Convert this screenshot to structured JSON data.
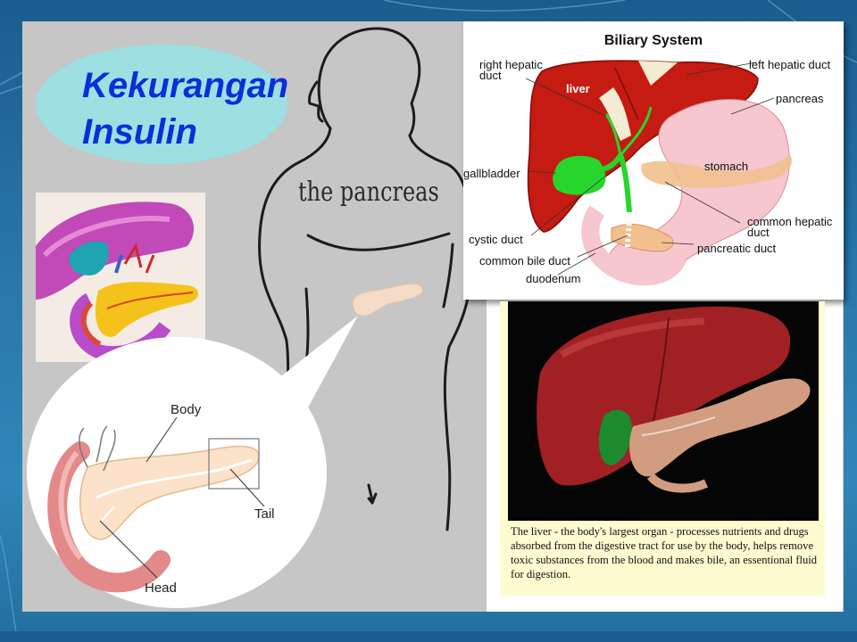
{
  "slide": {
    "title_line1": "Kekurangan",
    "title_line2": "Insulin",
    "body_caption": "the pancreas"
  },
  "zoom_labels": {
    "body": "Body",
    "tail": "Tail",
    "head": "Head"
  },
  "biliary_diagram": {
    "title": "Biliary System",
    "labels": {
      "right_hepatic_duct_line1": "right hepatic",
      "right_hepatic_duct_line2": "duct",
      "liver": "liver",
      "left_hepatic_duct": "left hepatic duct",
      "pancreas": "pancreas",
      "stomach": "stomach",
      "gallbladder": "gallbladder",
      "common_hepatic_duct_line1": "common hepatic",
      "common_hepatic_duct_line2": "duct",
      "cystic_duct": "cystic duct",
      "pancreatic_duct": "pancreatic duct",
      "common_bile_duct": "common bile duct",
      "duodenum": "duodenum"
    }
  },
  "liver_figure": {
    "caption": "The liver - the body's largest organ - processes nutrients and drugs absorbed from the digestive tract for use by the body, helps remove toxic substances from the blood and makes bile, an essentional fluid for digestion."
  },
  "colors": {
    "background": "#2a78ab",
    "panel": "#c6c6c6",
    "title_bubble": "#9edfe2",
    "title_text": "#0a2ed8",
    "liver_red": "#c51b12",
    "stomach_pink": "#f6c7cf",
    "gallbladder_green": "#26d62b",
    "caption_background": "#fdfbd0"
  }
}
